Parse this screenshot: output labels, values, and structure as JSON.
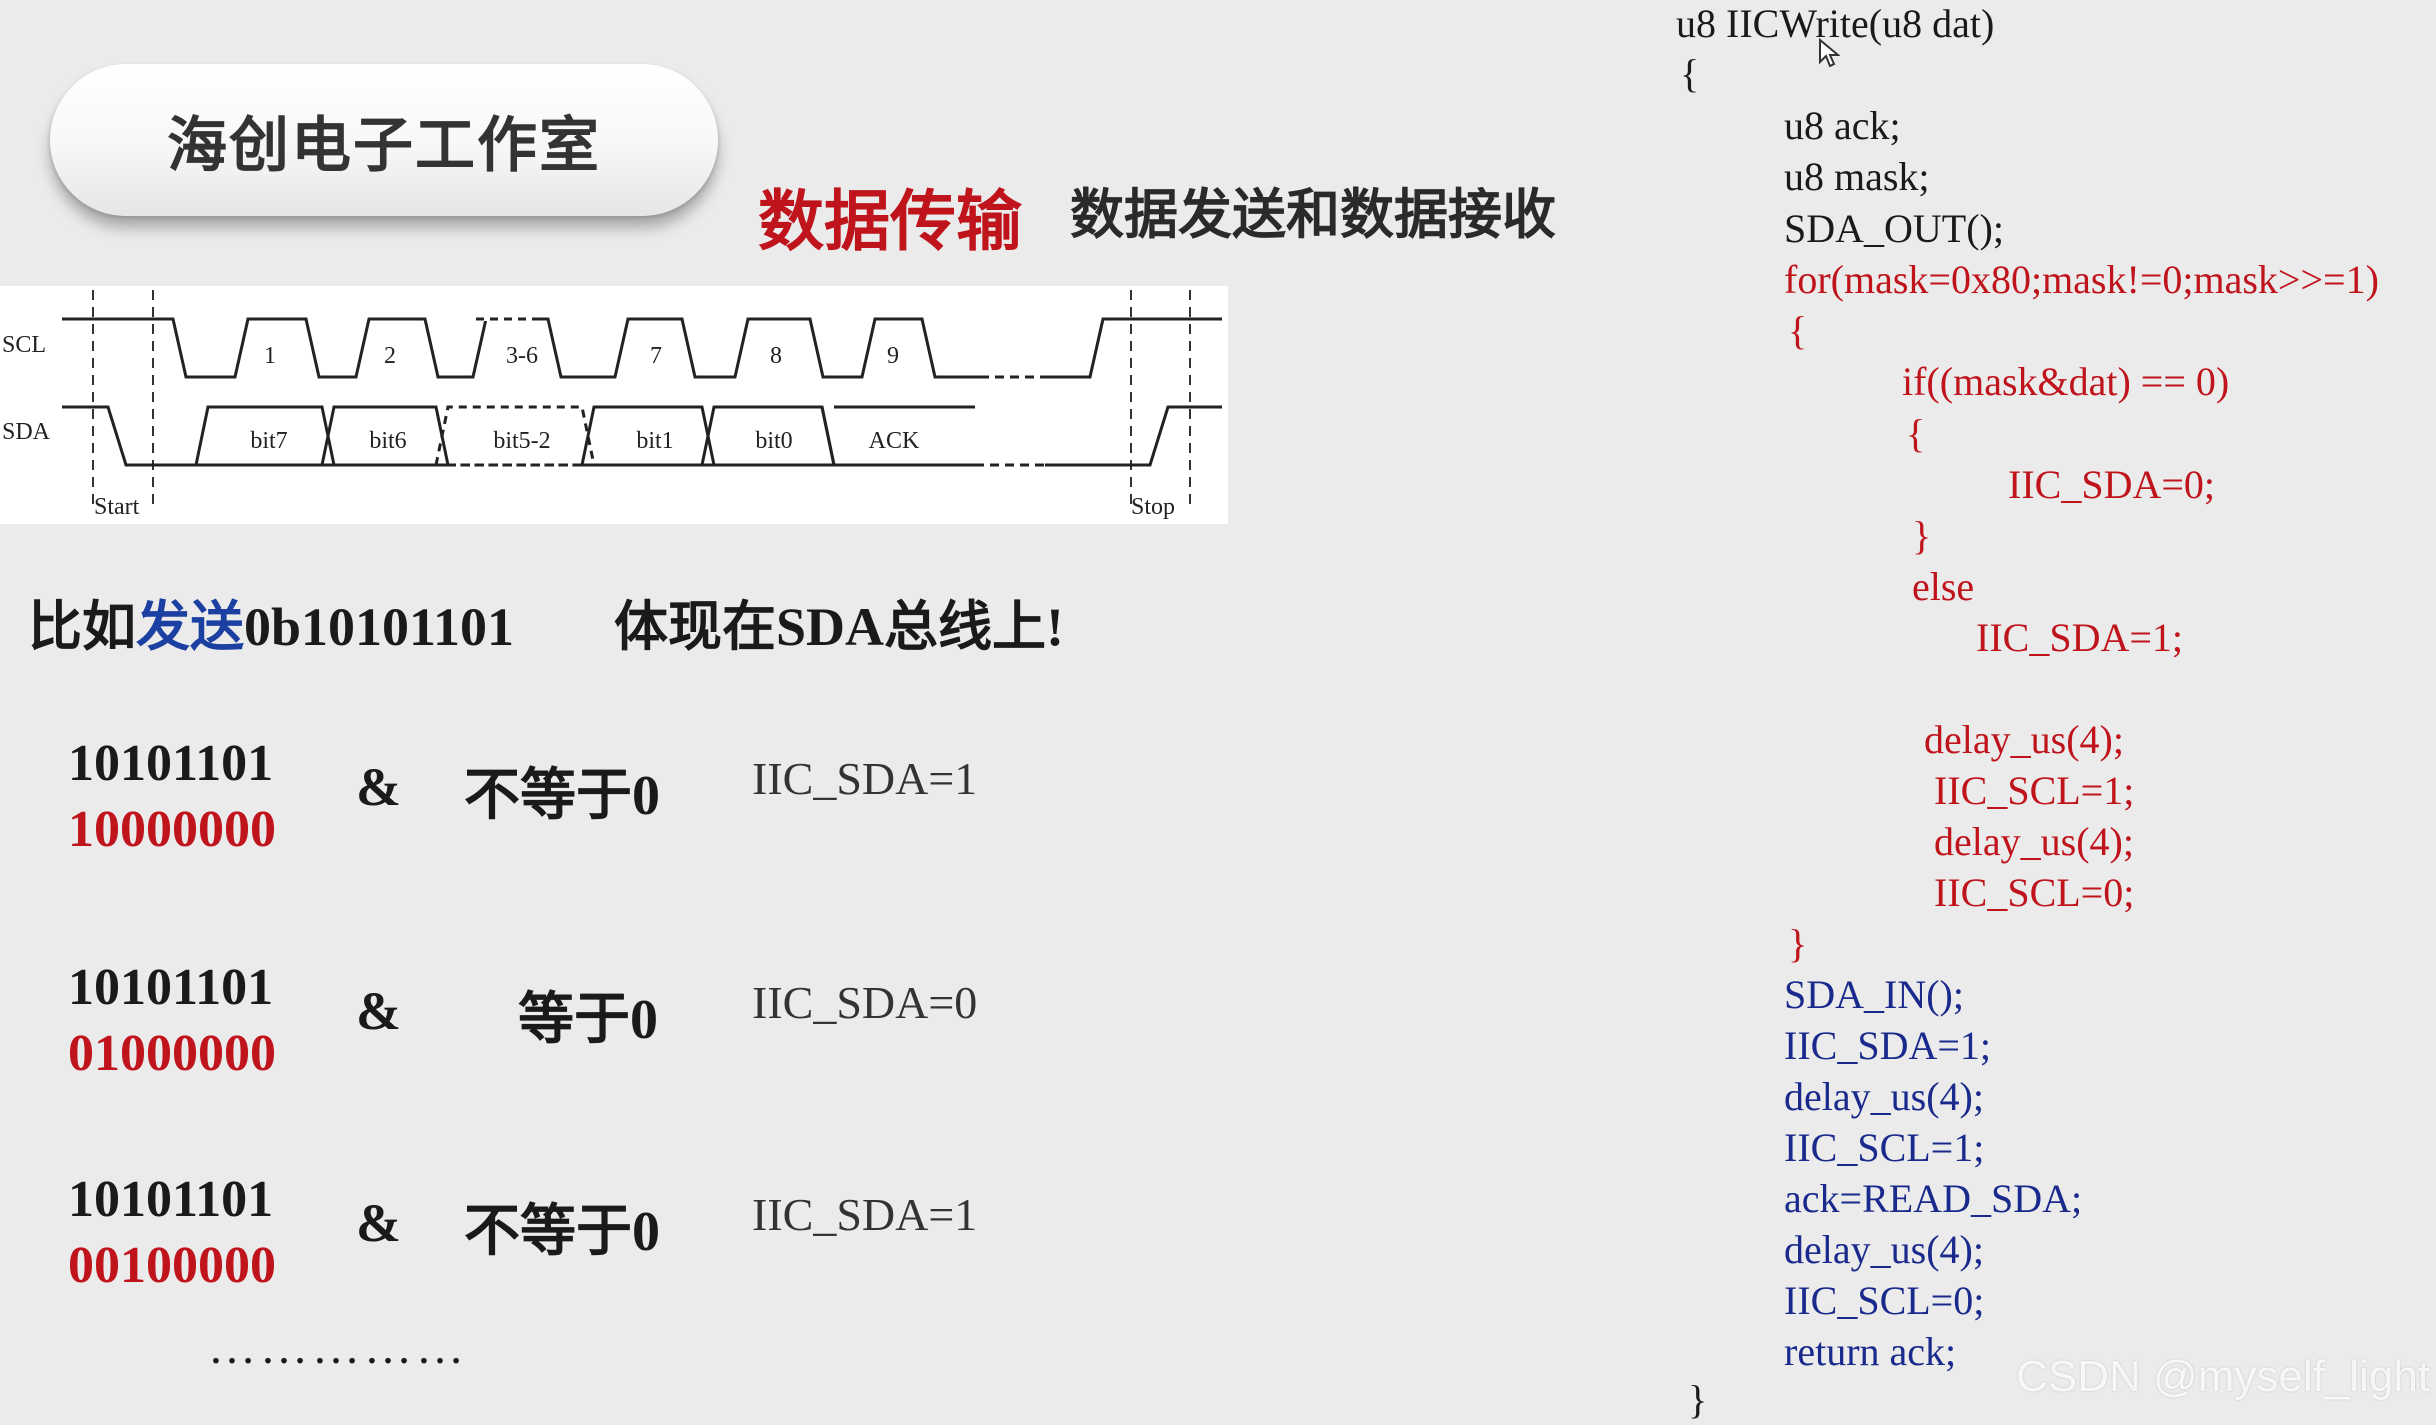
{
  "badge": {
    "label": "海创电子工作室"
  },
  "header": {
    "title_red": "数据传输",
    "title_black": "数据发送和数据接收"
  },
  "timing": {
    "scl_label": "SCL",
    "sda_label": "SDA",
    "start_label": "Start",
    "stop_label": "Stop",
    "clock_numbers": [
      "1",
      "2",
      "3-6",
      "7",
      "8",
      "9"
    ],
    "bit_labels": [
      "bit7",
      "bit6",
      "bit5-2",
      "bit1",
      "bit0",
      "ACK"
    ]
  },
  "example": {
    "prefix": "比如",
    "send": "发送",
    "value": "0b10101101",
    "sda_text": "体现在SDA总线上!"
  },
  "rows": [
    {
      "data": "10101101",
      "mask": "10000000",
      "op": "&",
      "compare": "不等于0",
      "result": "IIC_SDA=1"
    },
    {
      "data": "10101101",
      "mask": "01000000",
      "op": "&",
      "compare": "等于0",
      "result": "IIC_SDA=0"
    },
    {
      "data": "10101101",
      "mask": "00100000",
      "op": "&",
      "compare": "不等于0",
      "result": "IIC_SDA=1"
    }
  ],
  "ellipsis": "……………",
  "code": {
    "l1": "u8 IICWrite(u8 dat)",
    "l2": "{",
    "l3": "u8 ack;",
    "l4": "u8 mask;",
    "l5": "SDA_OUT();",
    "l6": "for(mask=0x80;mask!=0;mask>>=1)",
    "l7": "{",
    "l8": "if((mask&dat) == 0)",
    "l9": "{",
    "l10": "IIC_SDA=0;",
    "l11": "}",
    "l12": "else",
    "l13": "IIC_SDA=1;",
    "l14": "delay_us(4);",
    "l15": "IIC_SCL=1;",
    "l16": "delay_us(4);",
    "l17": "IIC_SCL=0;",
    "l18": "}",
    "l19": "SDA_IN();",
    "l20": "IIC_SDA=1;",
    "l21": "delay_us(4);",
    "l22": "IIC_SCL=1;",
    "l23": "ack=READ_SDA;",
    "l24": "delay_us(4);",
    "l25": "IIC_SCL=0;",
    "l26": "return ack;",
    "l27": "}"
  },
  "watermark": "CSDN @myself_light",
  "colors": {
    "red": "#c0141c",
    "blue": "#1a2a8c",
    "text": "#1a1a1a",
    "background": "#ebebeb"
  }
}
